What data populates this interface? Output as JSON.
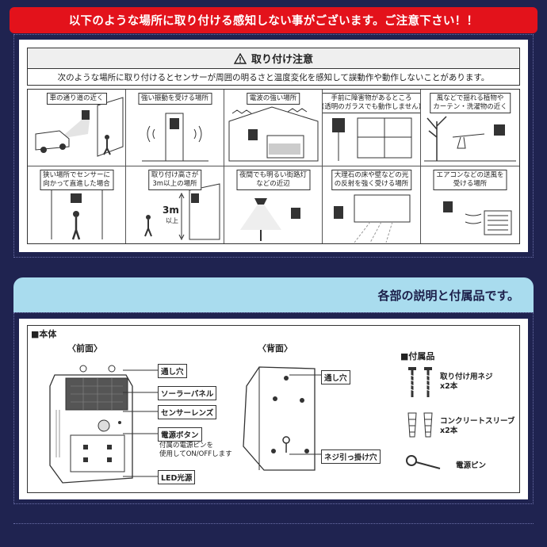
{
  "top_banner": "以下のような場所に取り付ける感知しない事がございます。ご注意下さい！！",
  "caution": {
    "title": "取り付け注意",
    "description": "次のような場所に取り付けるとセンサーが周囲の明るさと温度変化を感知して誤動作や動作しないことがあります。",
    "cases": [
      {
        "label": "車の通り道の近く"
      },
      {
        "label": "強い振動を受ける場所"
      },
      {
        "label": "電波の強い場所"
      },
      {
        "label": "手前に障害物があるところ",
        "label2": "(透明のガラスでも動作しません)"
      },
      {
        "label": "風などで揺れる植物や",
        "label2": "カーテン・洗濯物の近く"
      },
      {
        "label": "狭い場所でセンサーに",
        "label2": "向かって直進した場合"
      },
      {
        "label": "取り付け高さが",
        "label2": "3m以上の場所",
        "height_mark": "3m",
        "height_sub": "以上"
      },
      {
        "label": "夜間でも明るい街路灯",
        "label2": "などの近辺"
      },
      {
        "label": "大理石の床や壁などの光",
        "label2": "の反射を強く受ける場所"
      },
      {
        "label": "エアコンなどの送風を",
        "label2": "受ける場所"
      }
    ]
  },
  "parts_banner": "各部の説明と付属品です。",
  "parts": {
    "body_title": "■本体",
    "front_title": "〈前面〉",
    "back_title": "〈背面〉",
    "front_callouts": {
      "hole": "通し穴",
      "solar": "ソーラーパネル",
      "sensor": "センサーレンズ",
      "power": "電源ボタン",
      "power_note1": "付属の電源ピンを",
      "power_note2": "使用してON/OFFします",
      "led": "LED光源"
    },
    "back_callouts": {
      "hole": "通し穴",
      "screw_hook": "ネジ引っ掛け穴"
    },
    "accessories_title": "■付属品",
    "accessories": [
      {
        "name": "取り付け用ネジ",
        "qty": "x2本"
      },
      {
        "name": "コンクリートスリーブ",
        "qty": "x2本"
      },
      {
        "name": "電源ピン",
        "qty": ""
      }
    ]
  }
}
